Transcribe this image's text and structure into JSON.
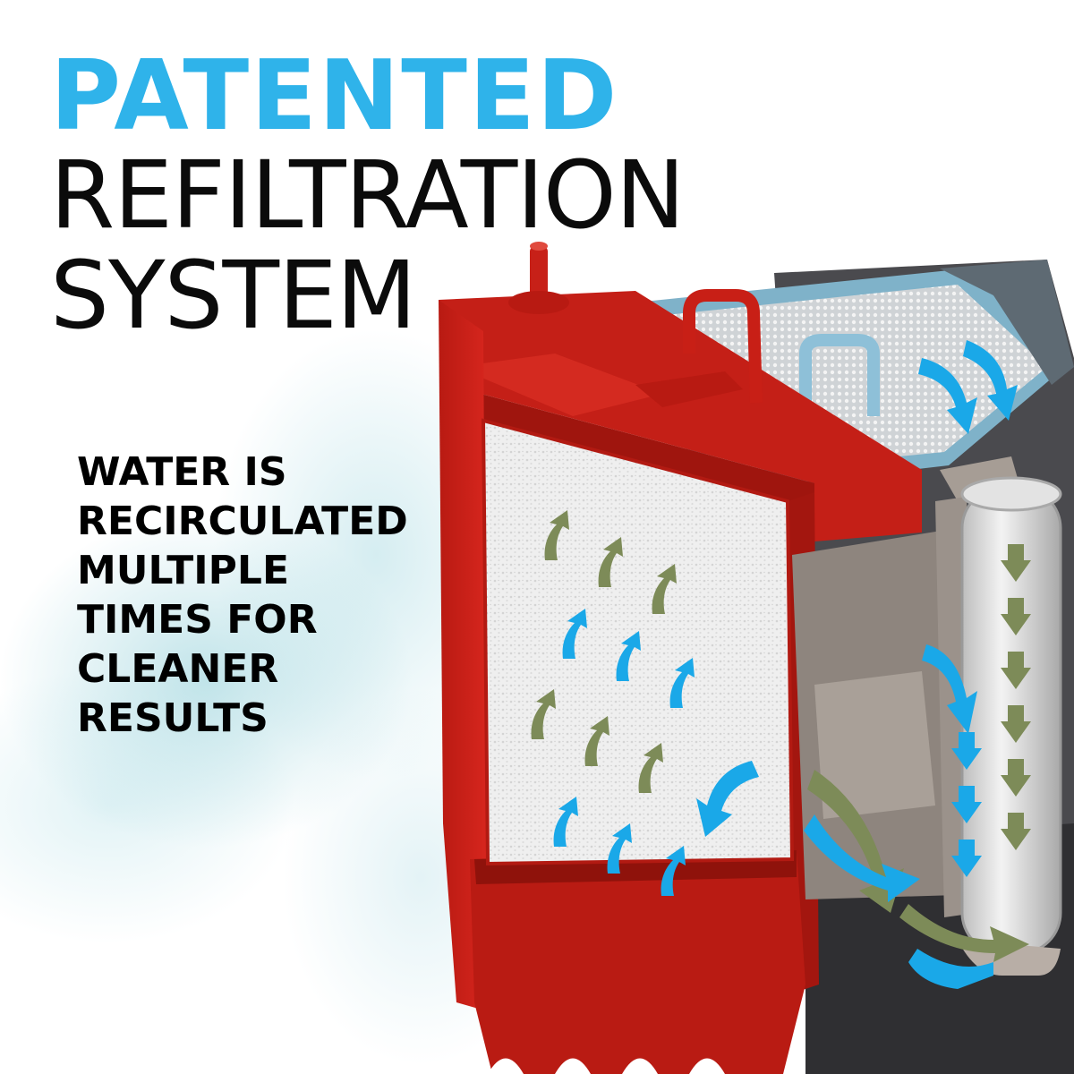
{
  "headline": {
    "line1": "PATENTED",
    "line2": "REFILTRATION",
    "line3": "SYSTEM"
  },
  "body": {
    "lines": [
      "WATER IS",
      "RECIRCULATED",
      "MULTIPLE",
      "TIMES FOR",
      "CLEANER",
      "RESULTS"
    ]
  },
  "illustration": {
    "icon": "refiltration-tank-cutaway-illustration",
    "colors": {
      "housing_red": "#d7261e",
      "housing_red_dark": "#a5160f",
      "filter_white": "#f2f2f2",
      "flow_blue": "#1aa8e8",
      "flow_green": "#7f8f5a",
      "frame_gray": "#9d948c",
      "tank_dark": "#3a3a3d"
    }
  }
}
